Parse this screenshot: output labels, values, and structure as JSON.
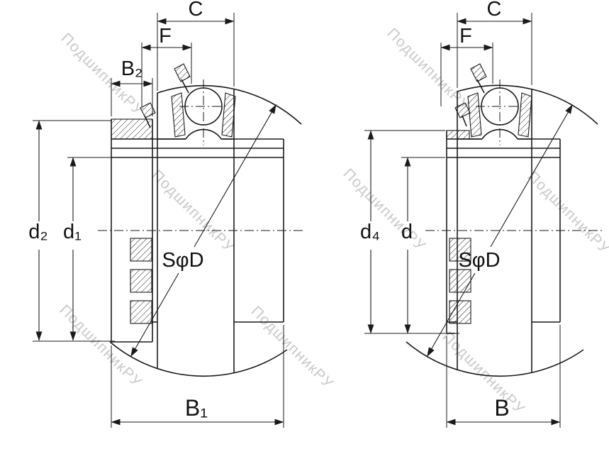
{
  "watermark": {
    "text": "ПодшипникРУ",
    "color": "#c9c9c9"
  },
  "colors": {
    "line": "#1a1a1a",
    "background": "#ffffff"
  },
  "left_view": {
    "labels": {
      "c": "C",
      "f": "F",
      "b2": "B₂",
      "d2": "d₂",
      "d1": "d₁",
      "sphere_dia": "SφD",
      "b1": "B₁"
    }
  },
  "right_view": {
    "labels": {
      "c": "C",
      "f": "F",
      "d4": "d₄",
      "d": "d",
      "sphere_dia": "SφD",
      "b": "B"
    }
  }
}
